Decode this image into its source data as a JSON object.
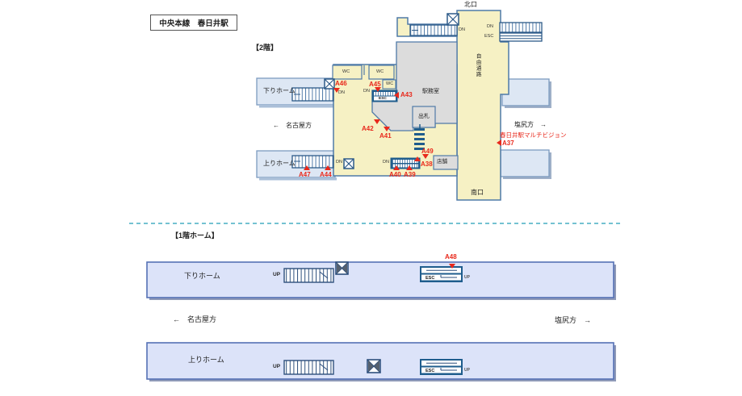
{
  "header": {
    "title": "中央本線　春日井駅"
  },
  "floor2": {
    "section_label": "【2階】",
    "north_exit": "北口",
    "south_exit": "南口",
    "free_passage": "自由通路",
    "station_office": "駅務室",
    "ticket_window": "出札",
    "shop": "店舗",
    "wc": "WC",
    "down_platform": "下りホーム",
    "up_platform": "上りホーム",
    "nagoya_direction": "←　名古屋方",
    "shiojiri_direction": "塩尻方　→",
    "multivision": "春日井駅マルチビジョン"
  },
  "floor1": {
    "section_label": "【1階ホーム】",
    "down_platform": "下りホーム",
    "up_platform": "上りホーム",
    "nagoya_direction": "←　名古屋方",
    "shiojiri_direction": "塩尻方　→"
  },
  "labels": {
    "dn": "DN",
    "esc": "ESC",
    "up": "UP"
  },
  "ads": {
    "a37": "A37",
    "a38": "A38",
    "a39": "A39",
    "a40": "A40",
    "a41": "A41",
    "a42": "A42",
    "a43": "A43",
    "a44": "A44",
    "a45": "A45",
    "a46": "A46",
    "a47": "A47",
    "a48": "A48",
    "a49": "A49"
  },
  "colors": {
    "concourse_yellow": "#f6f1c4",
    "map_outline_blue": "#4f7aa8",
    "room_gray": "#dcdcdc",
    "platform_band_2f": "#dde7f4",
    "platform_band_1f": "#dce3f9",
    "dark_stair_block": "#1f5d8d",
    "ad_marker_red": "#e8291c",
    "separator_teal": "#46aec2"
  }
}
